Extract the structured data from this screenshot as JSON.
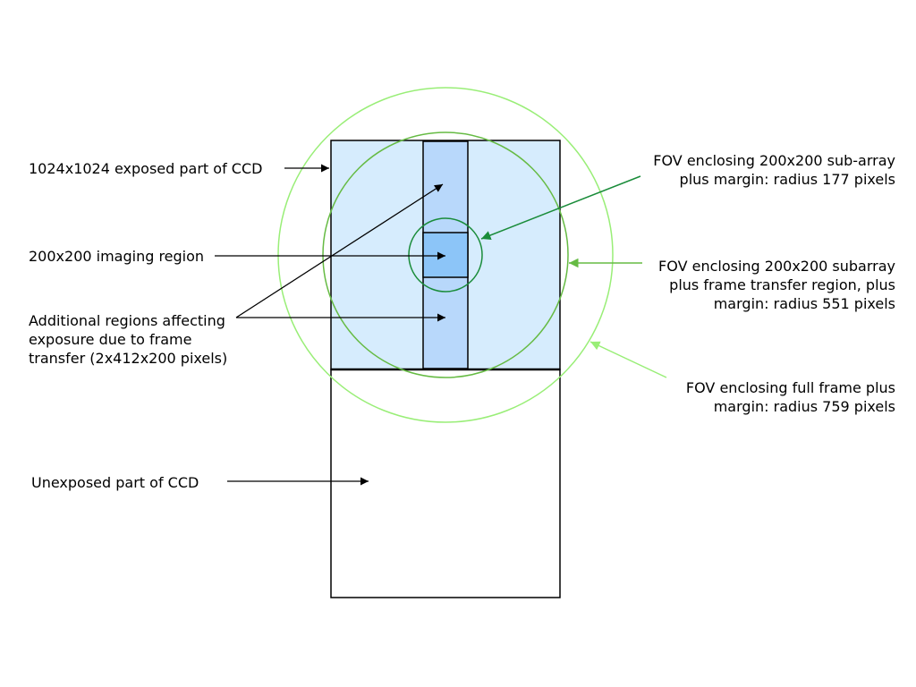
{
  "labels": {
    "exposed": "1024x1024 exposed part of CCD",
    "imaging": "200x200 imaging region",
    "additional": "Additional regions affecting\nexposure due to frame\ntransfer (2x412x200 pixels)",
    "unexposed": "Unexposed part of CCD",
    "fov_small": "FOV enclosing 200x200 sub-array\nplus margin: radius 177 pixels",
    "fov_mid": "FOV enclosing 200x200 subarray\nplus frame transfer region, plus\nmargin: radius 551 pixels",
    "fov_full": "FOV enclosing full frame plus\nmargin: radius 759 pixels"
  },
  "colors": {
    "exposed_fill": "#d6ecfd",
    "strip_fill": "#b8d8fb",
    "imaging_fill": "#8cc5f8",
    "circle_small": "#1a8c3a",
    "circle_mid": "#66bb44",
    "circle_full": "#99ee77",
    "outline": "#000000"
  }
}
